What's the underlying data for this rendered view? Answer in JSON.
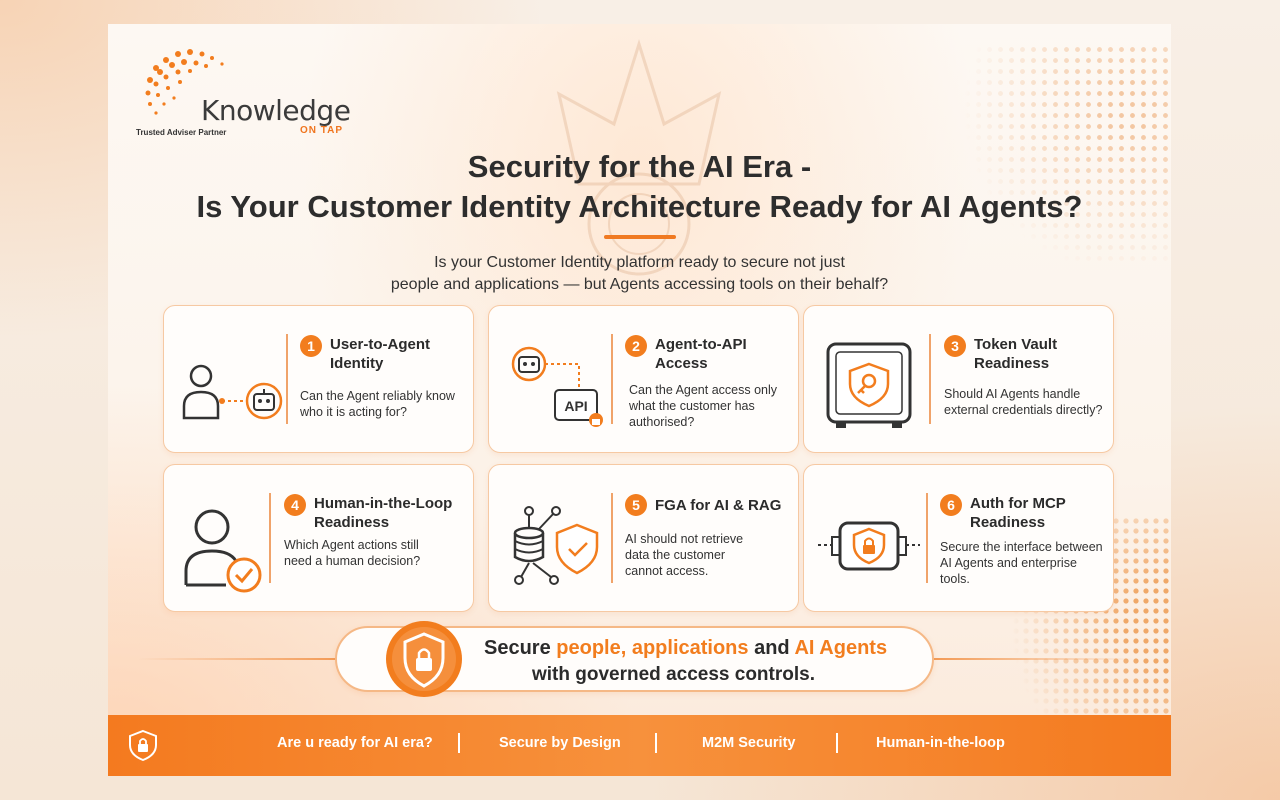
{
  "logo": {
    "word": "Knowledge",
    "sub": "ON TAP",
    "tagline": "Trusted Adviser Partner"
  },
  "header": {
    "title_line1": "Security for the AI Era -",
    "title_line2": "Is Your Customer Identity Architecture Ready for AI Agents?",
    "subtitle_line1": "Is your Customer Identity platform ready to secure not just",
    "subtitle_line2": "people and applications — but Agents accessing tools on their behalf?"
  },
  "cards": [
    {
      "number": "1",
      "title": "User-to-Agent Identity",
      "desc": "Can the Agent reliably know who it is acting for?",
      "icon": "user-to-robot-icon"
    },
    {
      "number": "2",
      "title": "Agent-to-API Access",
      "desc": "Can the Agent access only what the customer has authorised?",
      "icon": "robot-api-lock-icon",
      "icon_text": "API"
    },
    {
      "number": "3",
      "title": "Token Vault Readiness",
      "desc": "Should AI Agents handle external credentials directly?",
      "icon": "vault-key-icon"
    },
    {
      "number": "4",
      "title": "Human-in-the-Loop Readiness",
      "desc": "Which Agent actions still need a human decision?",
      "icon": "user-check-icon"
    },
    {
      "number": "5",
      "title": "FGA for AI & RAG",
      "desc": "AI should not retrieve data the customer cannot access.",
      "icon": "database-shield-icon"
    },
    {
      "number": "6",
      "title": "Auth for MCP Readiness",
      "desc": "Secure the interface between AI Agents and enterprise tools.",
      "icon": "connector-lock-icon"
    }
  ],
  "banner": {
    "pre": "Secure ",
    "hl1": "people, applications",
    "mid": " and ",
    "hl2": "AI Agents",
    "line2": "with governed access controls."
  },
  "footer": {
    "items": [
      "Are u ready for AI era?",
      "Secure by Design",
      "M2M Security",
      "Human-in-the-loop"
    ]
  },
  "colors": {
    "accent": "#f27d1e",
    "text": "#2b2b2b",
    "card_border": "#f6c9a3"
  }
}
